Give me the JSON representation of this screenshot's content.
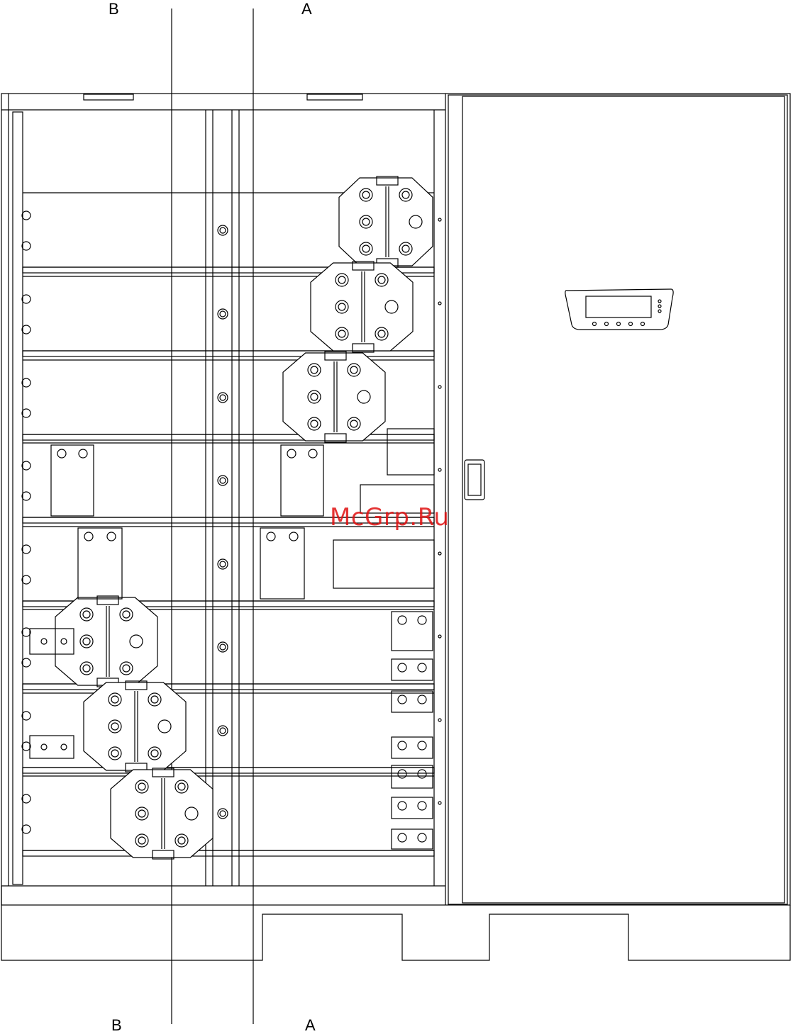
{
  "section_marks": {
    "top_b": "B",
    "top_a": "A",
    "bottom_b": "B",
    "bottom_a": "A"
  },
  "watermark": "McGrp.Ru",
  "colors": {
    "line": "#000000",
    "watermark": "#e01010",
    "background": "#ffffff"
  }
}
